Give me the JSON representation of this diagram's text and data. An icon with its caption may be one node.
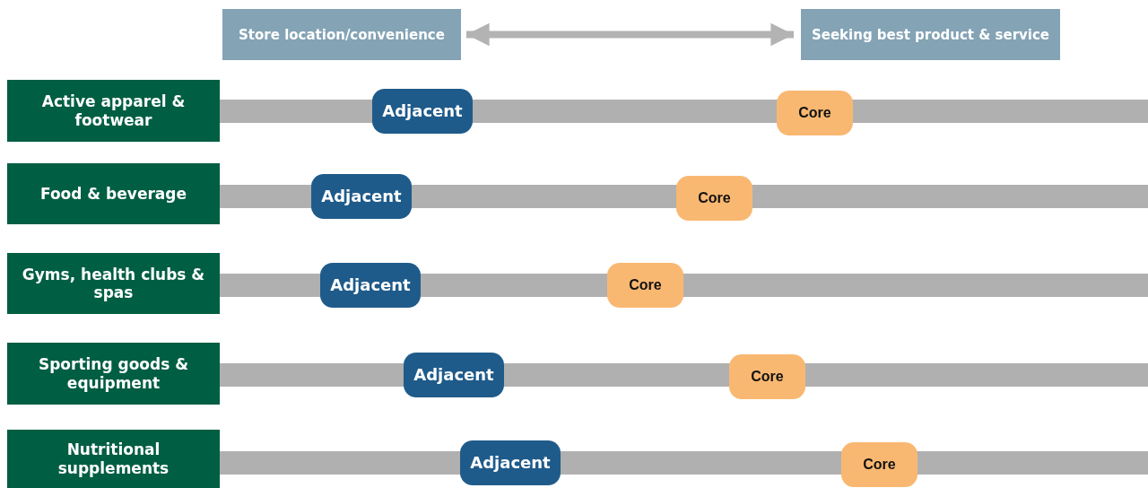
{
  "diagram": {
    "nodes": [
      {
        "text": [
          "Store location/convenience"
        ]
      },
      {
        "text": [
          "Seeking best product & service"
        ]
      },
      {
        "text": [
          "Active apparel & footwear"
        ]
      },
      {
        "text": [
          "Adjacent"
        ]
      },
      {
        "text": [
          "Core"
        ]
      },
      {
        "text": [
          "Food & beverage"
        ]
      },
      {
        "text": [
          "Adjacent"
        ]
      },
      {
        "text": [
          "Core"
        ]
      },
      {
        "text": [
          "Gyms, health clubs & spas"
        ]
      },
      {
        "text": [
          "Adjacent"
        ]
      },
      {
        "text": [
          "Core"
        ]
      },
      {
        "text": [
          "Sporting goods & equipment"
        ]
      },
      {
        "text": [
          "Adjacent"
        ]
      },
      {
        "text": [
          "Core"
        ]
      },
      {
        "text": [
          "Nutritional supplements"
        ]
      },
      {
        "text": [
          "Adjacent"
        ]
      },
      {
        "text": [
          "Core"
        ]
      }
    ],
    "edges": [
      {
        "from": 0,
        "to": 1,
        "arrow": "both"
      }
    ]
  }
}
